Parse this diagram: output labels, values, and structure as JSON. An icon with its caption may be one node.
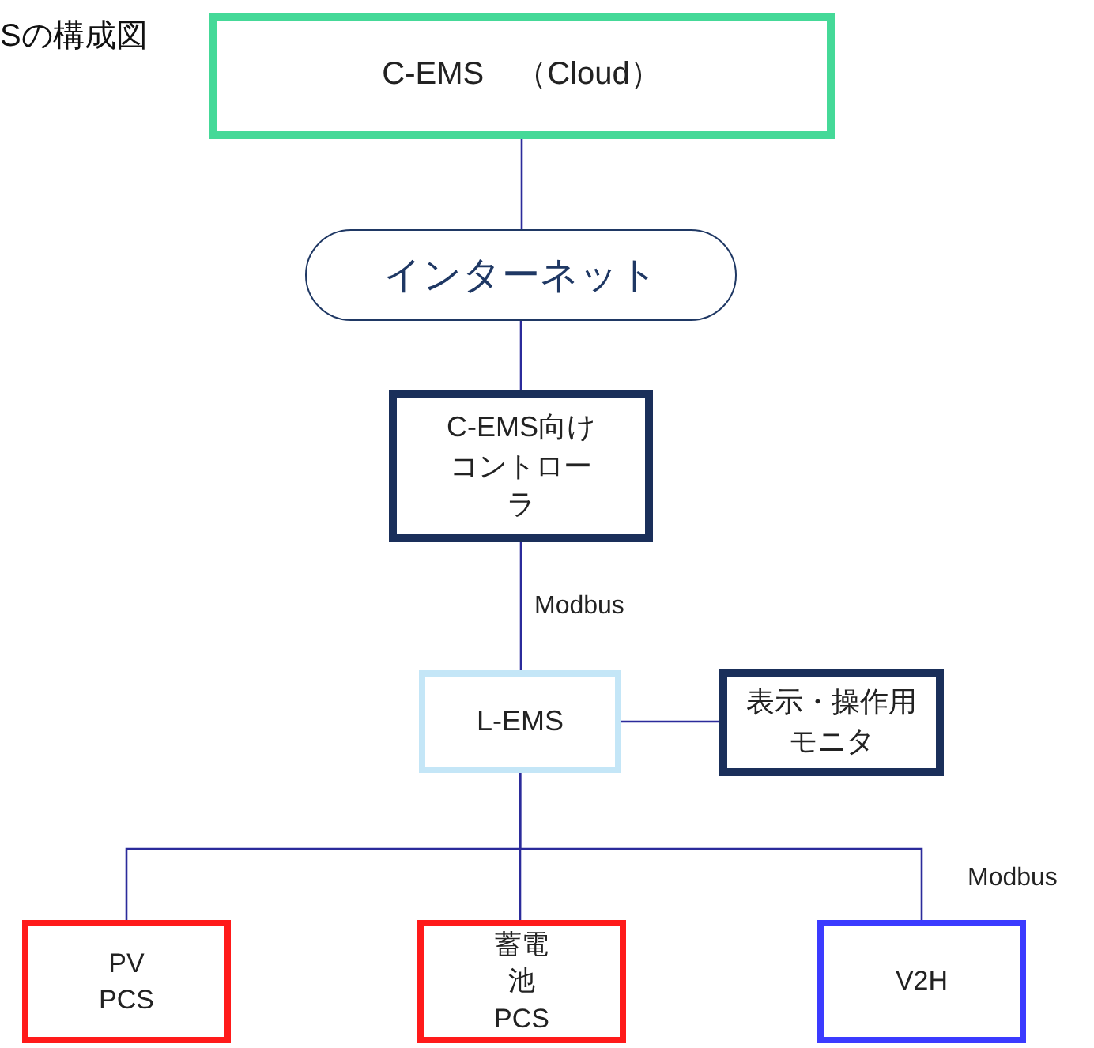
{
  "diagram": {
    "title": "Sの構成図",
    "nodes": [
      {
        "text": [
          "C-EMS　（Cloud）"
        ]
      },
      {
        "text": [
          "インターネット"
        ]
      },
      {
        "text": [
          "C-EMS向けコントローラ"
        ]
      },
      {
        "text": [
          "L-EMS"
        ]
      },
      {
        "text": [
          "表示・操作用モニタ"
        ]
      },
      {
        "text": [
          "PV PCS"
        ]
      },
      {
        "text": [
          "蓄電池 PCS"
        ]
      },
      {
        "text": [
          "V2H"
        ]
      }
    ],
    "edges": [
      {
        "from": 0,
        "to": 1,
        "arrow": "none"
      },
      {
        "from": 1,
        "to": 2,
        "arrow": "none"
      },
      {
        "from": 2,
        "to": 3,
        "arrow": "none",
        "label": "Modbus"
      },
      {
        "from": 3,
        "to": 4,
        "arrow": "none"
      },
      {
        "from": 3,
        "to": 5,
        "arrow": "none"
      },
      {
        "from": 3,
        "to": 6,
        "arrow": "none"
      },
      {
        "from": 3,
        "to": 7,
        "arrow": "none"
      }
    ],
    "labels": [
      "Modbus"
    ]
  }
}
